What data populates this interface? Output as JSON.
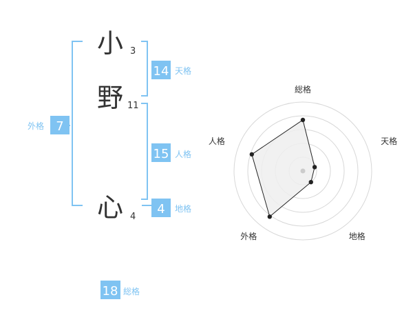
{
  "colors": {
    "accent": "#7fc3f2",
    "label": "#7fc3f2",
    "text": "#333333",
    "grid": "#d7d7d7",
    "radar_fill": "#efefef",
    "radar_line": "#222222"
  },
  "name": {
    "chars": [
      {
        "char": "小",
        "strokes": "3"
      },
      {
        "char": "野",
        "strokes": "11"
      },
      {
        "char": "心",
        "strokes": "4"
      }
    ]
  },
  "fortune": {
    "tenkaku": {
      "value": "14",
      "label": "天格"
    },
    "jinkaku": {
      "value": "15",
      "label": "人格"
    },
    "chikaku": {
      "value": "4",
      "label": "地格"
    },
    "gaikaku": {
      "value": "7",
      "label": "外格"
    },
    "soukaku": {
      "value": "18",
      "label": "総格"
    }
  },
  "radar": {
    "axes": [
      "総格",
      "天格",
      "地格",
      "外格",
      "人格"
    ],
    "values": [
      0.74,
      0.18,
      0.2,
      0.82,
      0.78
    ]
  }
}
